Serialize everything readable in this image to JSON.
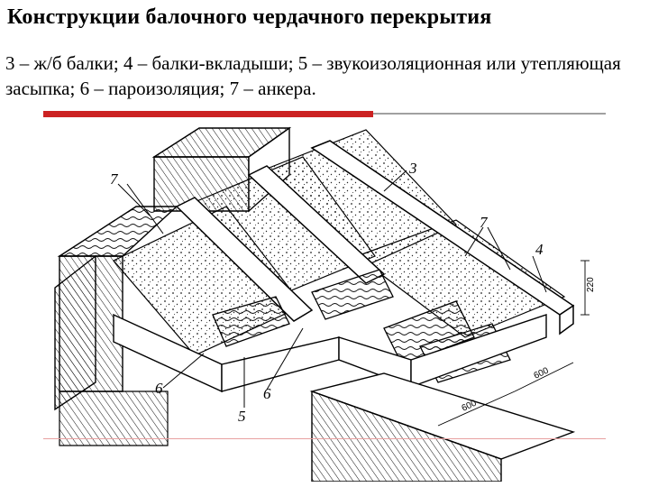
{
  "slide": {
    "title": "Конструкции балочного чердачного перекрытия",
    "caption": "3 – ж/б балки; 4 – балки-вкладыши; 5 – звукоизоляционная или утепляющая засыпка; 6 – пароизоляция; 7 – анкера.",
    "accent_color": "#cc2222"
  },
  "diagram": {
    "labels": {
      "l3": "3",
      "l4": "4",
      "l5": "5",
      "l6a": "6",
      "l6b": "6",
      "l7a": "7",
      "l7b": "7"
    },
    "dimensions": {
      "d_height": "220",
      "d_span1": "600",
      "d_span2": "600"
    }
  }
}
